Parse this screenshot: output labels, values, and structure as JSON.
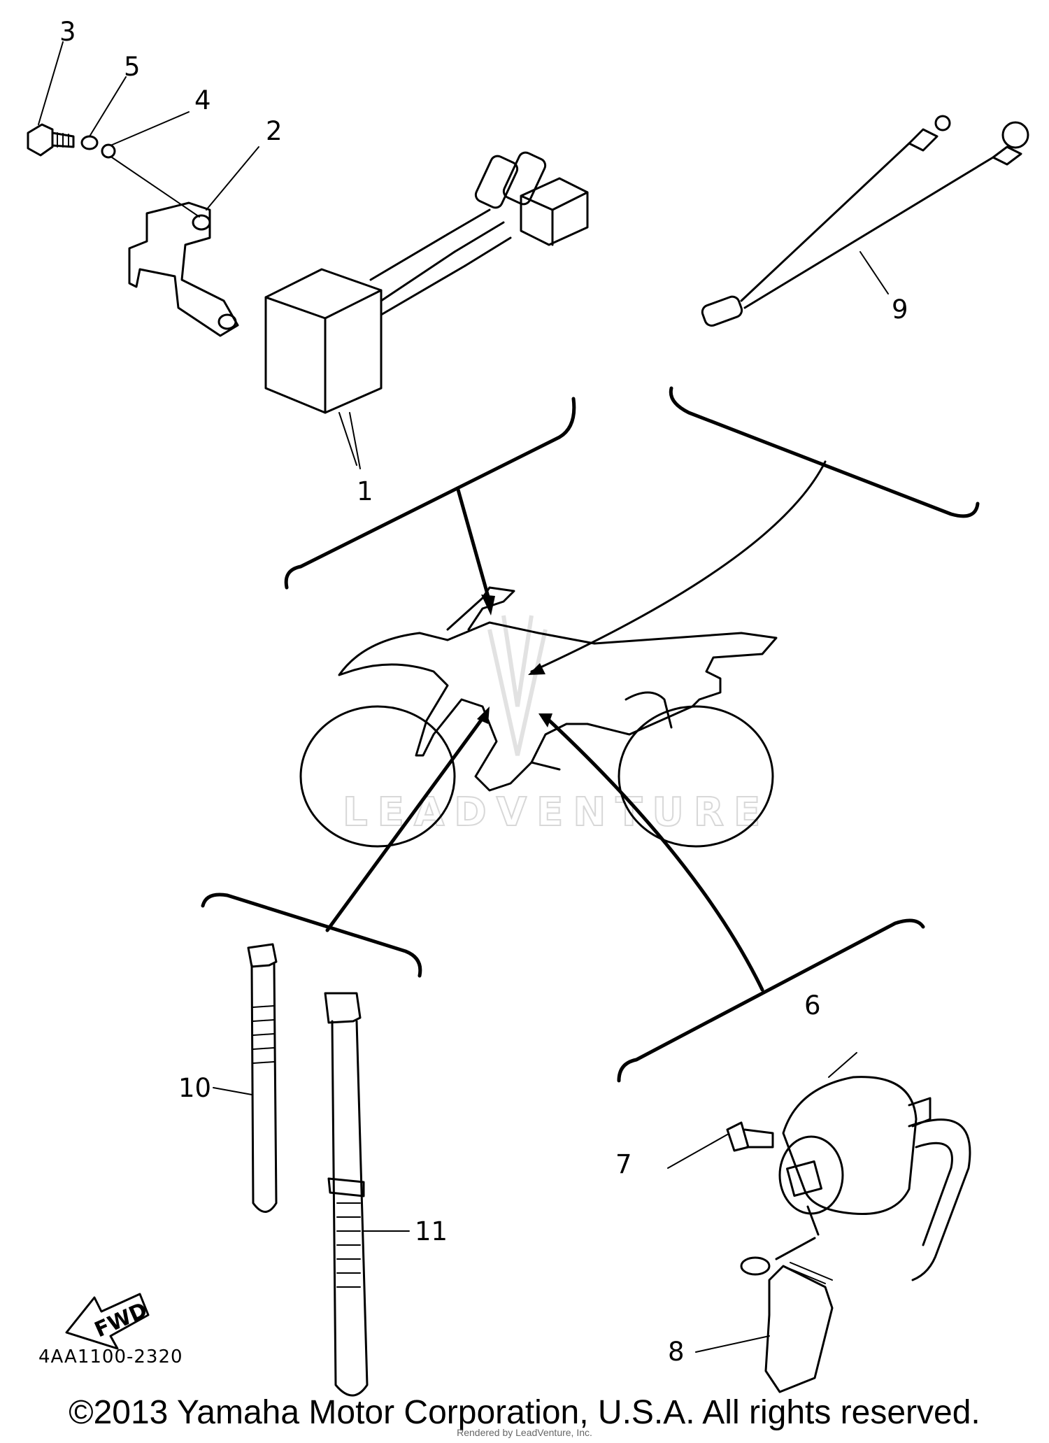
{
  "diagram": {
    "callouts": [
      "1",
      "2",
      "3",
      "4",
      "5",
      "6",
      "7",
      "8",
      "9",
      "10",
      "11"
    ],
    "drawing_code": "4AA1100-2320",
    "direction_label": "FWD",
    "watermark": "LEADVENTURE",
    "copyright": "©2013 Yamaha Motor Corporation, U.S.A. All rights reserved.",
    "credit": "Rendered by LeadVenture, Inc."
  }
}
